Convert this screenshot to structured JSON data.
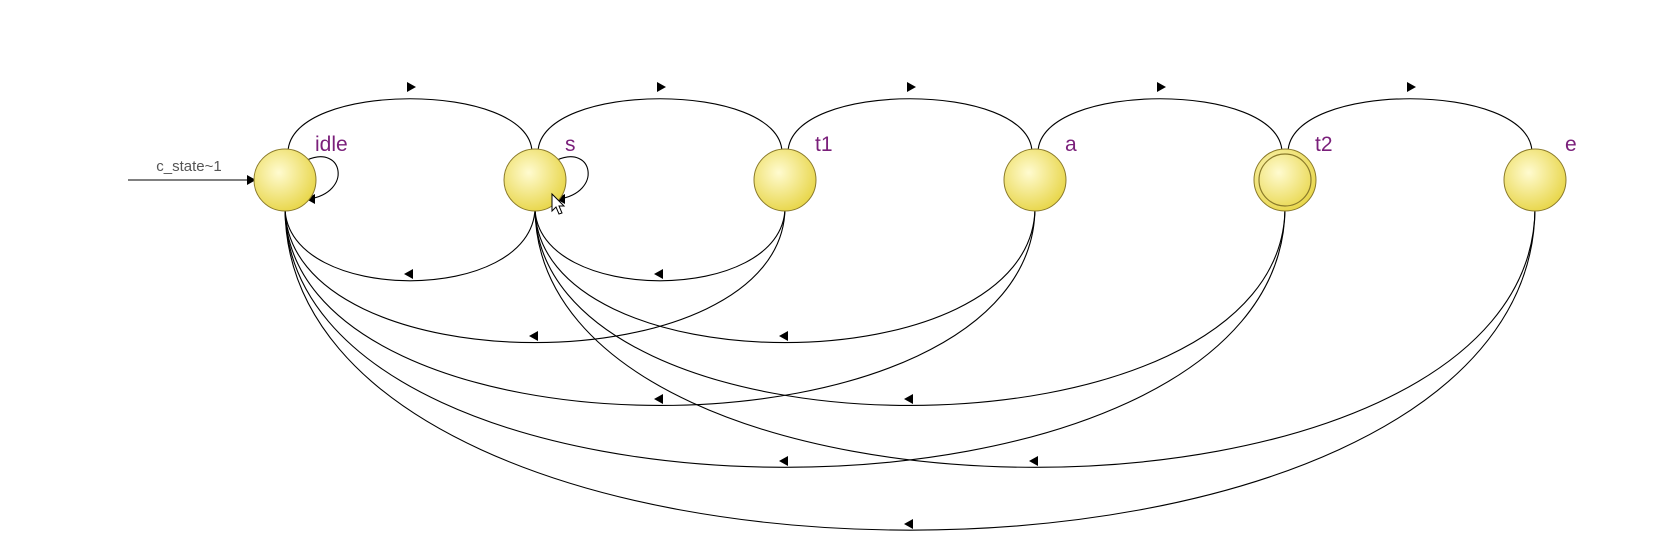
{
  "diagram": {
    "initial_transition": {
      "label": "c_state~1",
      "target": "idle"
    },
    "states": [
      {
        "id": "idle",
        "label": "idle",
        "accepting": false
      },
      {
        "id": "s",
        "label": "s",
        "accepting": false
      },
      {
        "id": "t1",
        "label": "t1",
        "accepting": false
      },
      {
        "id": "a",
        "label": "a",
        "accepting": false
      },
      {
        "id": "t2",
        "label": "t2",
        "accepting": true
      },
      {
        "id": "e",
        "label": "e",
        "accepting": false
      }
    ],
    "transitions": [
      {
        "from": "idle",
        "to": "idle"
      },
      {
        "from": "s",
        "to": "s"
      },
      {
        "from": "idle",
        "to": "s"
      },
      {
        "from": "s",
        "to": "t1"
      },
      {
        "from": "t1",
        "to": "a"
      },
      {
        "from": "a",
        "to": "t2"
      },
      {
        "from": "t2",
        "to": "e"
      },
      {
        "from": "s",
        "to": "idle"
      },
      {
        "from": "t1",
        "to": "s"
      },
      {
        "from": "t1",
        "to": "idle"
      },
      {
        "from": "a",
        "to": "s"
      },
      {
        "from": "a",
        "to": "idle"
      },
      {
        "from": "t2",
        "to": "s"
      },
      {
        "from": "t2",
        "to": "idle"
      },
      {
        "from": "e",
        "to": "s"
      },
      {
        "from": "e",
        "to": "idle"
      }
    ],
    "colors": {
      "state_fill_center": "#fffbd0",
      "state_fill_edge": "#e8d64a",
      "state_stroke": "#8a7a2a",
      "label": "#7a1f7a",
      "edge": "#000000",
      "init_label": "#555555"
    },
    "cursor_icon": "mouse-pointer-icon"
  }
}
